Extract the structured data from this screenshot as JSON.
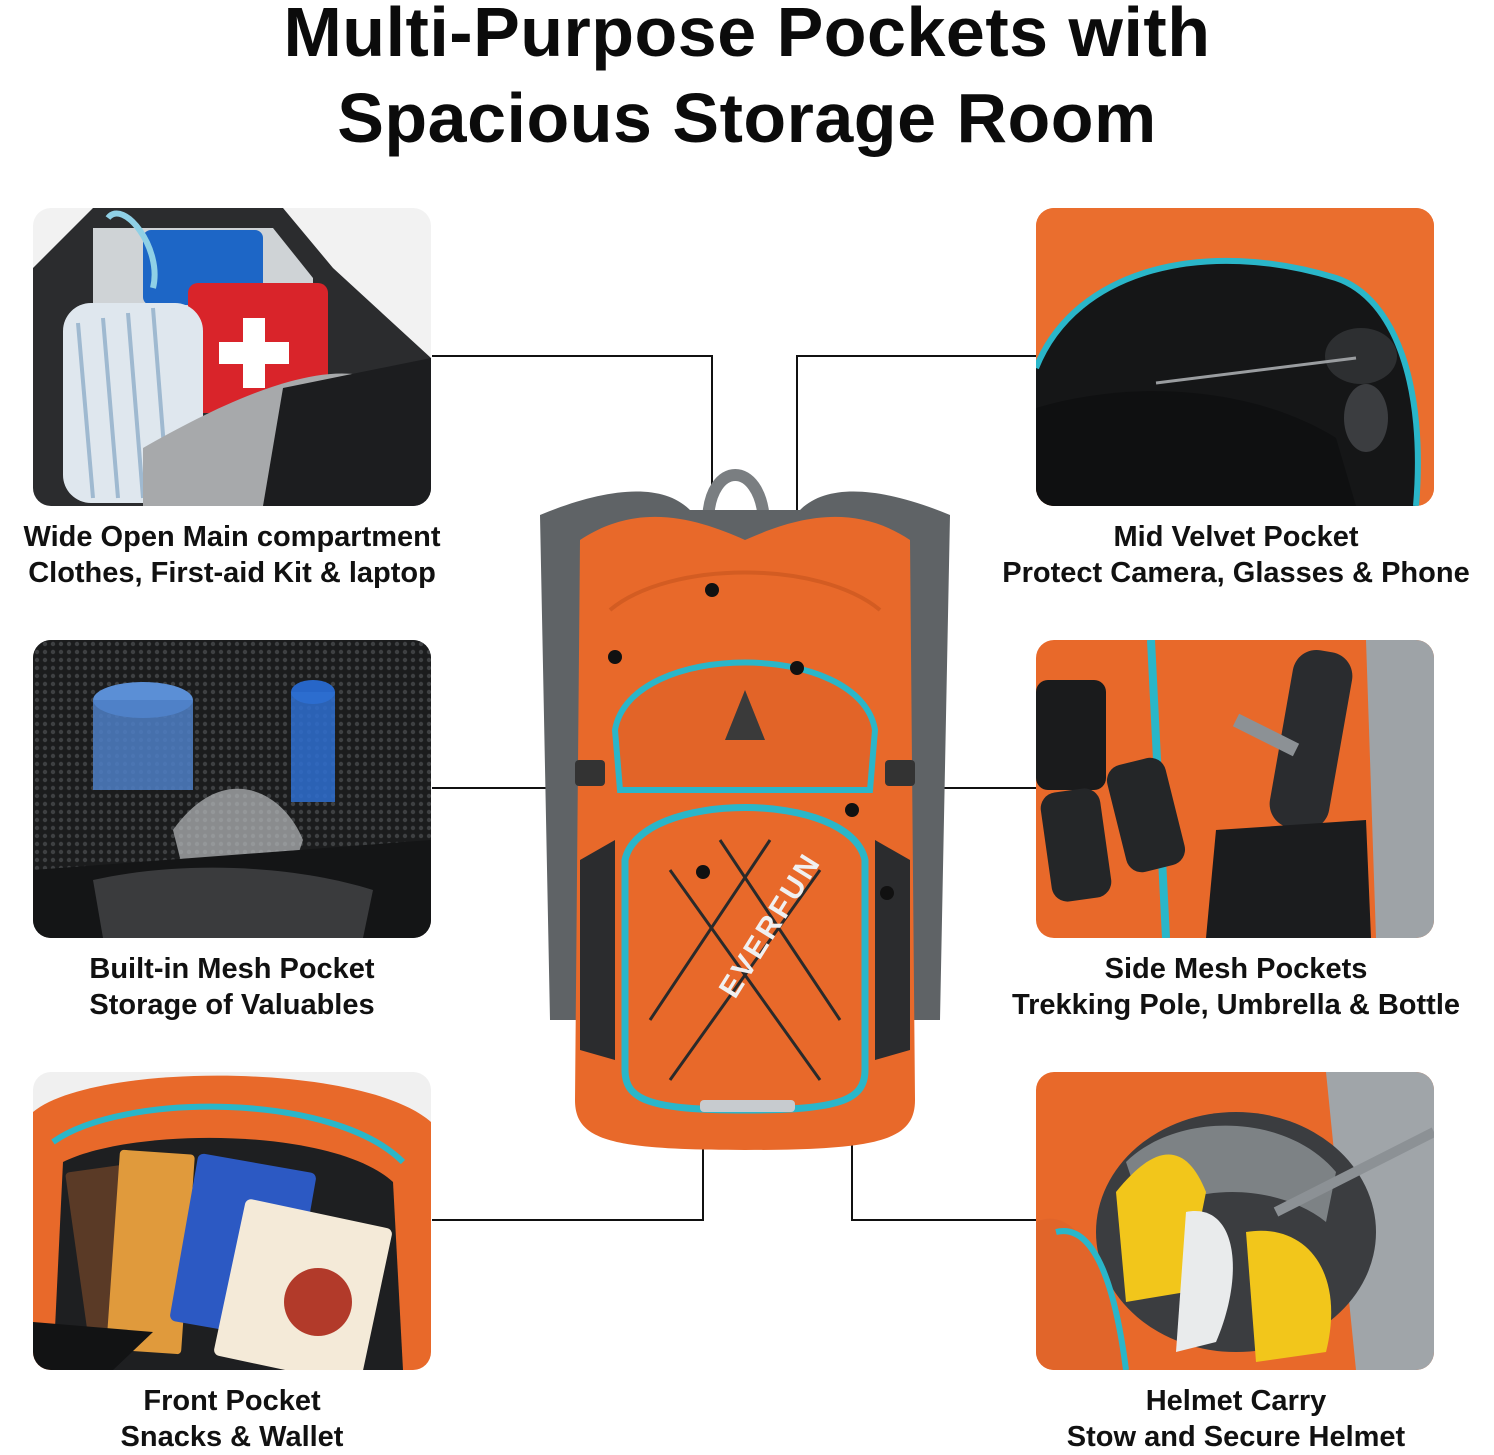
{
  "headline": {
    "line1": "Multi-Purpose Pockets with",
    "line2": "Spacious Storage Room"
  },
  "features": [
    {
      "title": "Wide Open Main compartment",
      "subtitle": "Clothes, First-aid Kit & laptop"
    },
    {
      "title": "Built-in Mesh Pocket",
      "subtitle": "Storage of Valuables"
    },
    {
      "title": "Front Pocket",
      "subtitle": "Snacks & Wallet"
    },
    {
      "title": "Mid Velvet Pocket",
      "subtitle": "Protect Camera, Glasses & Phone"
    },
    {
      "title": "Side Mesh Pockets",
      "subtitle": "Trekking Pole, Umbrella & Bottle"
    },
    {
      "title": "Helmet Carry",
      "subtitle": "Stow and Secure Helmet"
    }
  ],
  "product": {
    "brand_mark": "EVERFUN",
    "colors": {
      "body": "#e8692a",
      "trim": "#2ab6c9",
      "straps": "#5f6366",
      "mesh": "#3a3c3e"
    }
  }
}
